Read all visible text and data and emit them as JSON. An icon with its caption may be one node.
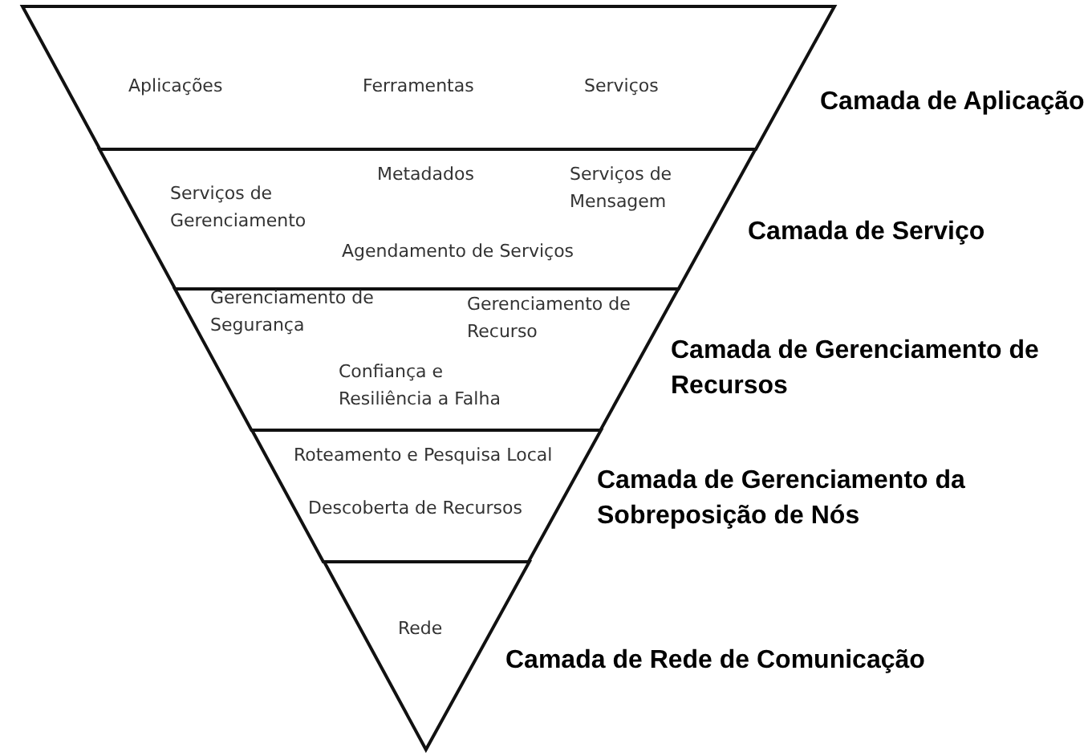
{
  "diagram": {
    "nodes": [
      {
        "text": [
          "Aplicações",
          "Ferramentas",
          "Serviços"
        ],
        "beside": [
          "Camada de Aplicação"
        ]
      },
      {
        "text": [
          "Serviços de Gerenciamento",
          "Metadados",
          "Serviços de Mensagem",
          "Agendamento de Serviços"
        ],
        "beside": [
          "Camada de Serviço"
        ]
      },
      {
        "text": [
          "Gerenciamento de Segurança",
          "Gerenciamento de Recurso",
          "Confiança e Resiliência a Falha"
        ],
        "beside": [
          "Camada de Gerenciamento de Recursos"
        ]
      },
      {
        "text": [
          "Roteamento e Pesquisa Local",
          "Descoberta de Recursos"
        ],
        "beside": [
          "Camada de Gerenciamento da Sobreposição de Nós"
        ]
      },
      {
        "text": [
          "Rede"
        ],
        "beside": [
          "Camada de Rede de Comunicação"
        ]
      }
    ]
  }
}
